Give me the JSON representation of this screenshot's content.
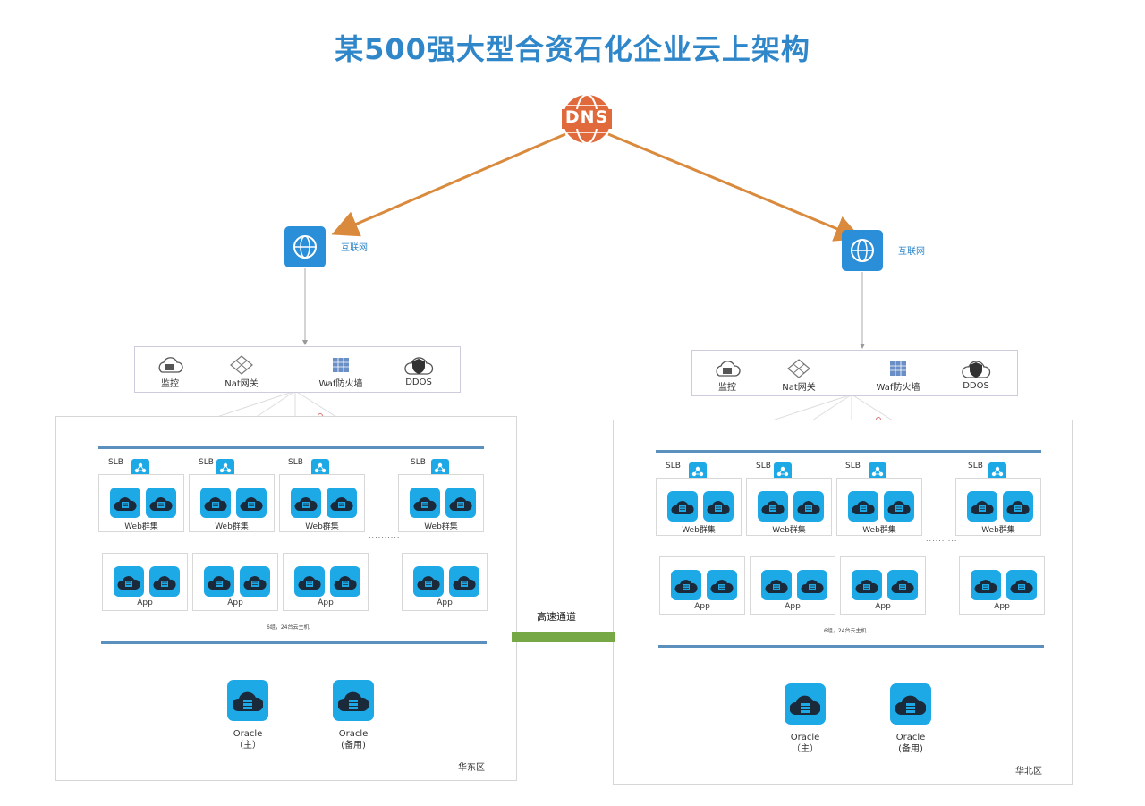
{
  "title": "某500强大型合资石化企业云上架构",
  "dns_label": "DNS",
  "colors": {
    "title": "#2f86c9",
    "dns": "#e06a3b",
    "arrow": "#d98a3d",
    "icon": "#1da8e6",
    "channel": "#76a946",
    "bar": "#5b8fbd"
  },
  "channel_label": "高速通道",
  "regions": [
    {
      "internet_label": "互联网",
      "security": [
        "监控",
        "Nat网关",
        "Waf防火墙",
        "DDOS"
      ],
      "slb_label": "SLB",
      "web_label": "Web群集",
      "app_label": "App",
      "ellipsis": "..........",
      "note": "6组，24台云主机",
      "oracle_primary": [
        "Oracle",
        "（主）"
      ],
      "oracle_backup": [
        "Oracle",
        "(备用)"
      ],
      "region_name": "华东区"
    },
    {
      "internet_label": "互联网",
      "security": [
        "监控",
        "Nat网关",
        "Waf防火墙",
        "DDOS"
      ],
      "slb_label": "SLB",
      "web_label": "Web群集",
      "app_label": "App",
      "ellipsis": "..........",
      "note": "6组，24台云主机",
      "oracle_primary": [
        "Oracle",
        "（主）"
      ],
      "oracle_backup": [
        "Oracle",
        "(备用)"
      ],
      "region_name": "华北区"
    }
  ],
  "icons": [
    "dns-icon",
    "internet-icon",
    "monitor-icon",
    "nat-gateway-icon",
    "waf-firewall-icon",
    "ddos-shield-icon",
    "slb-icon",
    "cloud-server-icon",
    "oracle-db-icon"
  ]
}
